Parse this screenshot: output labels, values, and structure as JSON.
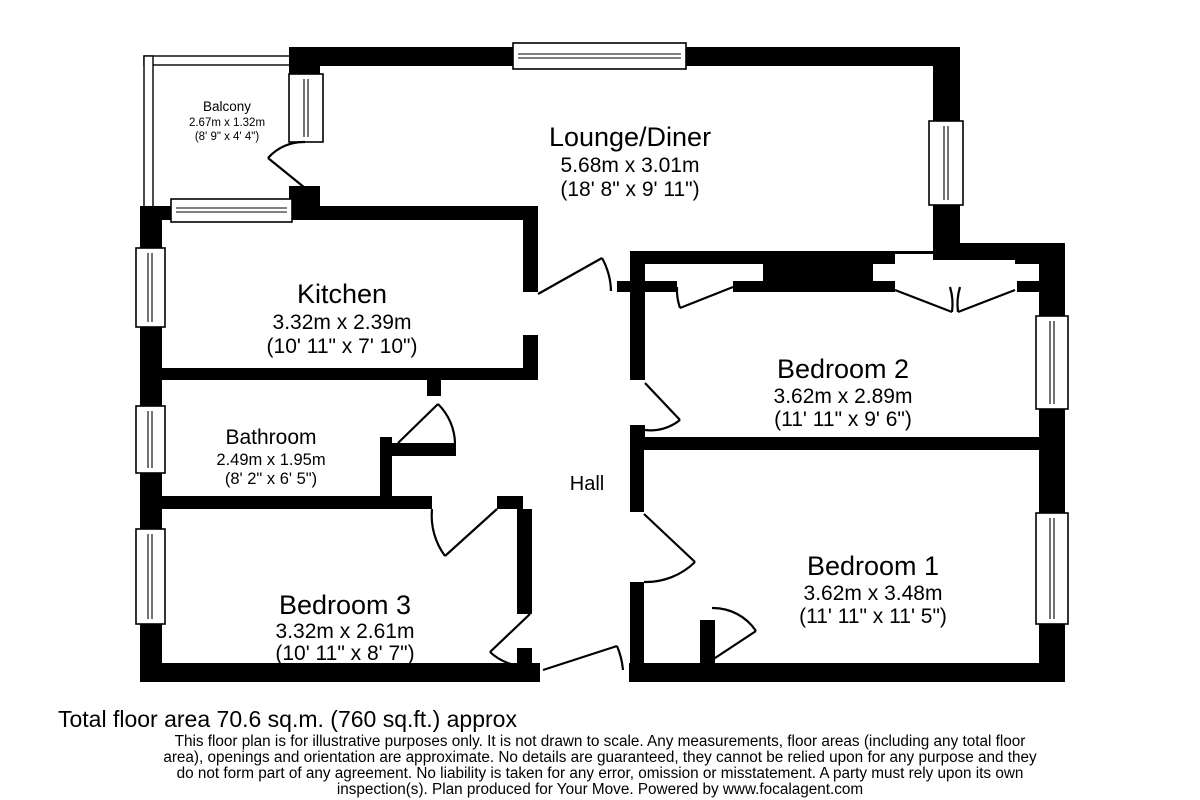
{
  "rooms": [
    {
      "id": "balcony",
      "name": "Balcony",
      "metric": "2.67m x 1.32m",
      "imperial": "(8' 9\" x 4' 4\")"
    },
    {
      "id": "lounge",
      "name": "Lounge/Diner",
      "metric": "5.68m x 3.01m",
      "imperial": "(18' 8\" x 9' 11\")"
    },
    {
      "id": "kitchen",
      "name": "Kitchen",
      "metric": "3.32m x 2.39m",
      "imperial": "(10' 11\" x 7' 10\")"
    },
    {
      "id": "bathroom",
      "name": "Bathroom",
      "metric": "2.49m x 1.95m",
      "imperial": "(8' 2\" x 6' 5\")"
    },
    {
      "id": "hall",
      "name": "Hall",
      "metric": "",
      "imperial": ""
    },
    {
      "id": "bedroom2",
      "name": "Bedroom 2",
      "metric": "3.62m x 2.89m",
      "imperial": "(11' 11\" x 9' 6\")"
    },
    {
      "id": "bedroom1",
      "name": "Bedroom 1",
      "metric": "3.62m x 3.48m",
      "imperial": "(11' 11\" x 11' 5\")"
    },
    {
      "id": "bedroom3",
      "name": "Bedroom 3",
      "metric": "3.32m x 2.61m",
      "imperial": "(10' 11\" x 8' 7\")"
    }
  ],
  "footer": {
    "total_area": "Total floor area 70.6 sq.m. (760 sq.ft.) approx",
    "disclaimer_lines": [
      "This floor plan is for illustrative purposes only. It is not drawn to scale. Any measurements, floor areas (including any total floor",
      "area), openings and orientation are approximate. No details are guaranteed, they cannot be relied upon for any purpose and they",
      "do not form part of any agreement. No liability is taken for any error, omission or misstatement. A party must rely upon its own",
      "inspection(s). Plan produced for Your Move. Powered by www.focalagent.com"
    ]
  },
  "colors": {
    "wall": "#000000",
    "background": "#ffffff"
  }
}
